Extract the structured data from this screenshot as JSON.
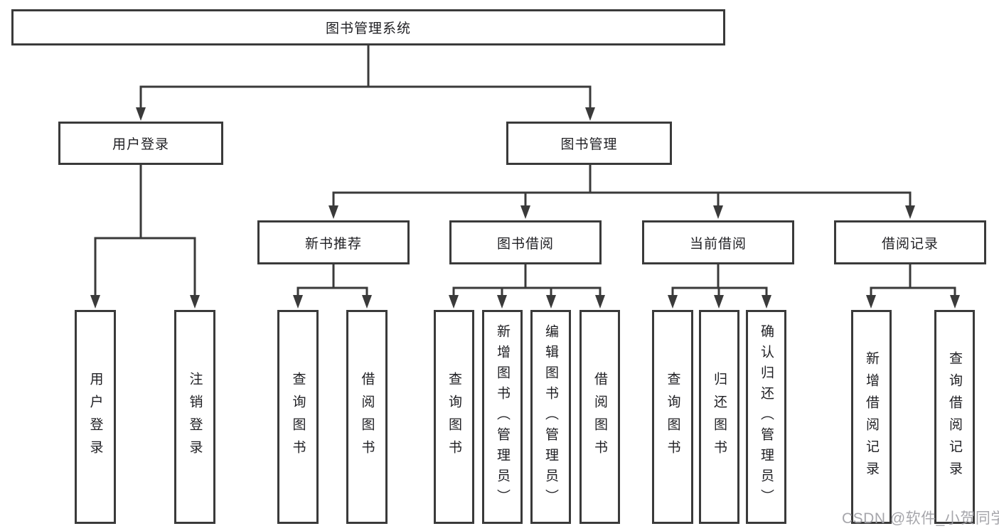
{
  "diagram_title": "图书管理系统",
  "tree": {
    "root_label": "图书管理系统",
    "branches": [
      {
        "label": "用户登录",
        "leaves": [
          "用户登录",
          "注销登录"
        ]
      },
      {
        "label": "图书管理",
        "groups": [
          {
            "label": "新书推荐",
            "leaves": [
              "查询图书",
              "借阅图书"
            ]
          },
          {
            "label": "图书借阅",
            "leaves": [
              "查询图书",
              "新增图书（管理员）",
              "编辑图书（管理员）",
              "借阅图书"
            ]
          },
          {
            "label": "当前借阅",
            "leaves": [
              "查询图书",
              "归还图书",
              "确认归还（管理员）"
            ]
          },
          {
            "label": "借阅记录",
            "leaves": [
              "新增借阅记录",
              "查询借阅记录"
            ]
          }
        ]
      }
    ]
  },
  "watermark": {
    "text": "CSDN @软件_小贺同学"
  },
  "colors": {
    "line": "#3a3a3a",
    "text": "#1f1f23",
    "box_background": "#ffffff",
    "watermark": "#9e9ea4",
    "page_background": "#ffffff"
  }
}
